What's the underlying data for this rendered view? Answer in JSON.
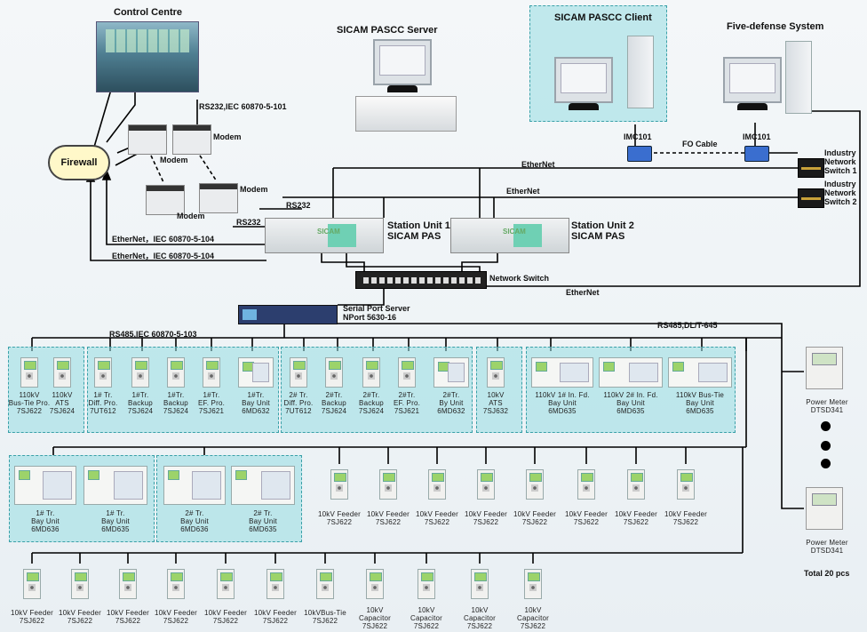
{
  "top": {
    "control_centre": "Control Centre",
    "firewall": "Firewall",
    "rs232_iec101": "RS232,IEC 60870-5-101",
    "modem": "Modem",
    "pascc_server": "SICAM PASCC Server",
    "pascc_client": "SICAM PASCC Client",
    "five_defense": "Five-defense System",
    "imc101": "IMC101",
    "fo_cable": "FO Cable",
    "industry_sw1": [
      "Industry",
      "Network",
      "Switch 1"
    ],
    "industry_sw2": [
      "Industry",
      "Network",
      "Switch 2"
    ],
    "ethernet": "EtherNet",
    "rs232": "RS232",
    "ethernet_iec104": "EtherNet，IEC 60870-5-104",
    "station1": [
      "Station Unit 1",
      "SICAM PAS"
    ],
    "station2": [
      "Station Unit 2",
      "SICAM PAS"
    ],
    "station_brand": "SICAM",
    "network_switch": "Network Switch",
    "serial_server": [
      "Serial Port Server",
      "NPort 5630-16"
    ],
    "rs485_iec103": "RS485,IEC 60870-5-103",
    "rs485_dlt645": "RS485,DL/T-645"
  },
  "row1": [
    [
      "110kV",
      "Bus-Tie Pro.",
      "7SJ622"
    ],
    [
      "110kV",
      "ATS",
      "7SJ624"
    ],
    [
      "1# Tr.",
      "Diff. Pro.",
      "7UT612"
    ],
    [
      "1#Tr.",
      "Backup",
      "7SJ624"
    ],
    [
      "1#Tr.",
      "Backup",
      "7SJ624"
    ],
    [
      "1#Tr.",
      "EF. Pro.",
      "7SJ621"
    ],
    [
      "1#Tr.",
      "Bay Unit",
      "6MD632"
    ],
    [
      "2# Tr.",
      "Diff. Pro.",
      "7UT612"
    ],
    [
      "2#Tr.",
      "Backup",
      "7SJ624"
    ],
    [
      "2#Tr.",
      "Backup",
      "7SJ624"
    ],
    [
      "2#Tr.",
      "EF. Pro.",
      "7SJ621"
    ],
    [
      "2#Tr.",
      "By Unit",
      "6MD632"
    ],
    [
      "10kV",
      "ATS",
      "7SJ632"
    ],
    [
      "110kV 1# In. Fd.",
      "Bay Unit",
      "6MD635"
    ],
    [
      "110kV 2# In. Fd.",
      "Bay Unit",
      "6MD635"
    ],
    [
      "110kV Bus-Tie",
      "Bay Unit",
      "6MD635"
    ]
  ],
  "row2_bays": [
    [
      "1# Tr.",
      "Bay Unit",
      "6MD636"
    ],
    [
      "1# Tr.",
      "Bay Unit",
      "6MD635"
    ],
    [
      "2# Tr.",
      "Bay Unit",
      "6MD636"
    ],
    [
      "2# Tr.",
      "Bay Unit",
      "6MD635"
    ]
  ],
  "row2_feeders": [
    [
      "10kV Feeder",
      "7SJ622"
    ],
    [
      "10kV Feeder",
      "7SJ622"
    ],
    [
      "10kV Feeder",
      "7SJ622"
    ],
    [
      "10kV Feeder",
      "7SJ622"
    ],
    [
      "10kV Feeder",
      "7SJ622"
    ],
    [
      "10kV Feeder",
      "7SJ622"
    ],
    [
      "10kV Feeder",
      "7SJ622"
    ],
    [
      "10kV Feeder",
      "7SJ622"
    ]
  ],
  "row3": [
    [
      "10kV Feeder",
      "7SJ622"
    ],
    [
      "10kV Feeder",
      "7SJ622"
    ],
    [
      "10kV Feeder",
      "7SJ622"
    ],
    [
      "10kV Feeder",
      "7SJ622"
    ],
    [
      "10kV Feeder",
      "7SJ622"
    ],
    [
      "10kV Feeder",
      "7SJ622"
    ],
    [
      "10kVBus-Tie",
      "7SJ622"
    ],
    [
      "10kV",
      "Capacitor",
      "7SJ622"
    ],
    [
      "10kV",
      "Capacitor",
      "7SJ622"
    ],
    [
      "10kV",
      "Capacitor",
      "7SJ622"
    ],
    [
      "10kV",
      "Capacitor",
      "7SJ622"
    ]
  ],
  "meters": {
    "label": [
      "Power Meter",
      "DTSD341"
    ],
    "total": "Total 20 pcs"
  }
}
